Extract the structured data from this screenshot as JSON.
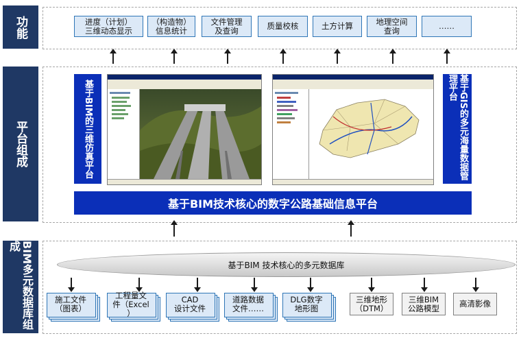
{
  "bands": {
    "function": "功能",
    "platform": "平台组成",
    "bim": "BIM多元数据库组成"
  },
  "functions": [
    "进度（计划）\n三维动态显示",
    "（构造物）\n信息统计",
    "文件管理\n及查询",
    "质量校核",
    "土方计算",
    "地理空间\n查询",
    "……"
  ],
  "platform": {
    "left_label": "基于BIM的三维仿真平台",
    "right_label": "基于GIS的多元海量数据管理平台",
    "main_label": "基于BIM技术核心的数字公路基础信息平台"
  },
  "database": {
    "label": "基于BIM 技术核心的多元数据库",
    "docs": [
      "施工文件\n（图表）",
      "工程量文\n件（Excel\n）",
      "CAD\n设计文件",
      "道路数据\n文件……",
      "DLG数字\n地形图"
    ],
    "sources": [
      "三维地形\n（DTM）",
      "三维BIM\n公路模型",
      "高清影像"
    ]
  }
}
